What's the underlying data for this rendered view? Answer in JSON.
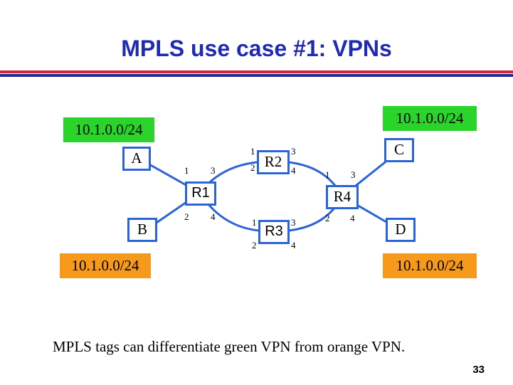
{
  "title": "MPLS use case #1:  VPNs",
  "prefixes": {
    "top_left": "10.1.0.0/24",
    "top_right": "10.1.0.0/24",
    "bottom_left": "10.1.0.0/24",
    "bottom_right": "10.1.0.0/24"
  },
  "nodes": {
    "A": "A",
    "B": "B",
    "C": "C",
    "D": "D",
    "R1": "R1",
    "R2": "R2",
    "R3": "R3",
    "R4": "R4"
  },
  "ports": {
    "r1_1": "1",
    "r1_2": "2",
    "r1_3": "3",
    "r1_4": "4",
    "r2_1": "1",
    "r2_2": "2",
    "r2_3": "3",
    "r2_4": "4",
    "r3_1": "1",
    "r3_2": "2",
    "r3_3": "3",
    "r3_4": "4",
    "r4_1": "1",
    "r4_2": "2",
    "r4_3": "3",
    "r4_4": "4"
  },
  "caption": "MPLS tags can differentiate green VPN from orange VPN.",
  "page_number": "33",
  "colors": {
    "title": "#1f2bb3",
    "green_vpn": "#2bd42b",
    "orange_vpn": "#f7991a",
    "link": "#2b64d8",
    "rule_red": "#c52b3a",
    "rule_blue": "#23279a"
  }
}
